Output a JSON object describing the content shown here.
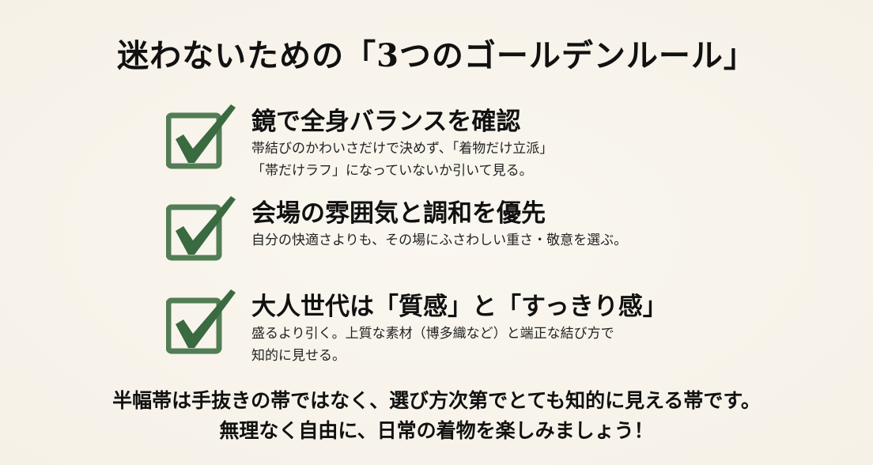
{
  "title": "迷わないための「3つのゴールデンルール」",
  "colors": {
    "background": "#f8f4ec",
    "check_green": "#3f7045",
    "text": "#111111"
  },
  "rules": [
    {
      "icon": "checkbox-checked-icon",
      "heading": "鏡で全身バランスを確認",
      "desc_lines": [
        "帯結びのかわいさだけで決めず、「着物だけ立派」",
        "「帯だけラフ」になっていないか引いて見る。"
      ]
    },
    {
      "icon": "checkbox-checked-icon",
      "heading": "会場の雰囲気と調和を優先",
      "desc_lines": [
        "自分の快適さよりも、その場にふさわしい重さ・敬意を選ぶ。"
      ]
    },
    {
      "icon": "checkbox-checked-icon",
      "heading": "大人世代は「質感」と「すっきり感」",
      "desc_lines": [
        "盛るより引く。上質な素材（博多織など）と端正な結び方で",
        "知的に見せる。"
      ]
    }
  ],
  "footer": {
    "line1": "半幅帯は手抜きの帯ではなく、選び方次第でとても知的に見える帯です。",
    "line2": "無理なく自由に、日常の着物を楽しみましょう！"
  }
}
